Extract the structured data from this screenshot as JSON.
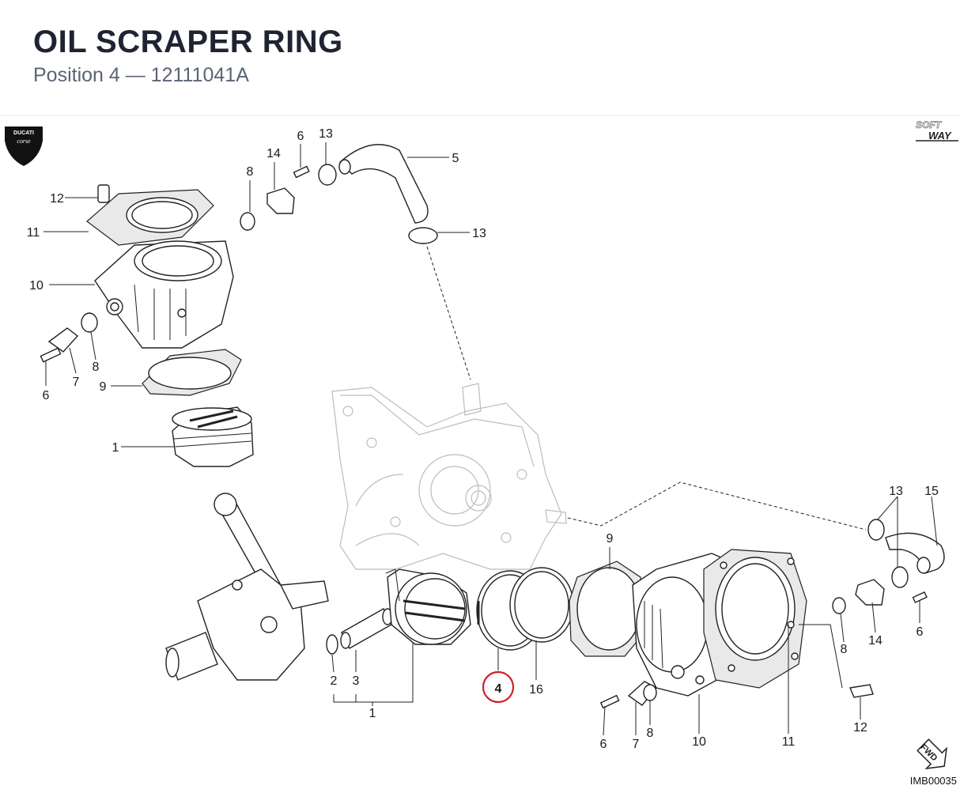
{
  "header": {
    "title": "OIL SCRAPER RING",
    "subtitle": "Position 4 — 12111041A"
  },
  "brand": {
    "logo_text_1": "DUCATI",
    "logo_text_2": "corse",
    "softway_1": "SOFT",
    "softway_2": "WAY"
  },
  "highlight": {
    "label": "4",
    "color": "#d0202a"
  },
  "labels": {
    "l12a": "12",
    "l11a": "11",
    "l10a": "10",
    "l8a": "8",
    "l7a": "7",
    "l6a": "6",
    "l9a": "9",
    "l1a": "1",
    "l14a": "14",
    "l8b": "8",
    "l6b": "6",
    "l13a": "13",
    "l5": "5",
    "l13b": "13",
    "l2": "2",
    "l3": "3",
    "l1b": "1",
    "l16": "16",
    "l9b": "9",
    "l6c": "6",
    "l7b": "7",
    "l8c": "8",
    "l10b": "10",
    "l11b": "11",
    "l12b": "12",
    "l8d": "8",
    "l14b": "14",
    "l6d": "6",
    "l13c": "13",
    "l15": "15"
  },
  "fwd_label": "FWD",
  "drawing_code": "IMB00035"
}
